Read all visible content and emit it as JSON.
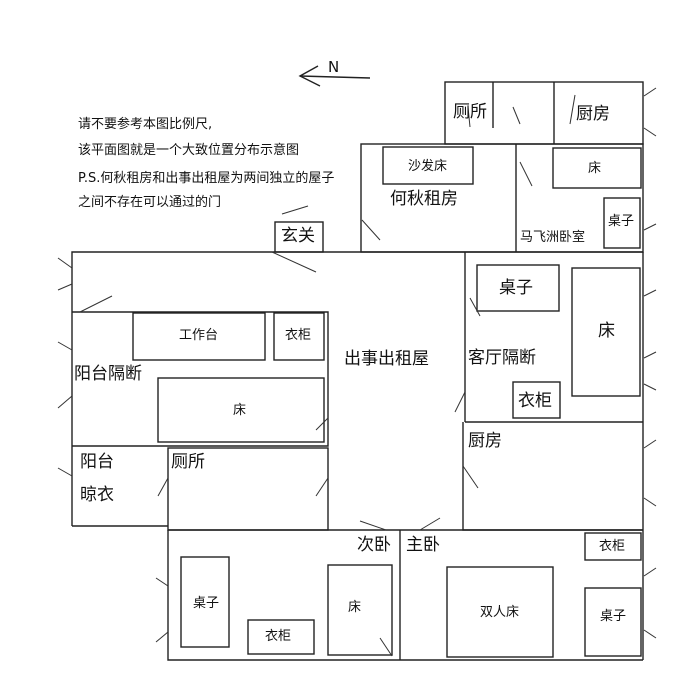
{
  "north": "N",
  "notes": [
    "请不要参考本图比例尺,",
    "该平面图就是一个大致位置分布示意图",
    "P.S.何秋租房和出事出租屋为两间独立的屋子",
    "之间不存在可以通过的门"
  ],
  "rooms": {
    "toilet_top": "厕所",
    "kitchen_top": "厨房",
    "sofa_bed": "沙发床",
    "heqiu_room": "何秋租房",
    "bed_ma": "床",
    "desk_ma": "桌子",
    "ma_bedroom": "马飞洲卧室",
    "entrance": "玄关",
    "workbench": "工作台",
    "wardrobe_balcony": "衣柜",
    "balcony_partition": "阳台隔断",
    "bed_balcony": "床",
    "incident_room": "出事出租屋",
    "desk_living": "桌子",
    "bed_living": "床",
    "living_partition": "客厅隔断",
    "wardrobe_living": "衣柜",
    "kitchen_right": "厨房",
    "balcony": "阳台",
    "drying": "晾衣",
    "toilet_mid": "厕所",
    "second_bedroom": "次卧",
    "master_bedroom": "主卧",
    "desk_second": "桌子",
    "wardrobe_second": "衣柜",
    "bed_second": "床",
    "double_bed": "双人床",
    "wardrobe_master": "衣柜",
    "desk_master": "桌子"
  }
}
